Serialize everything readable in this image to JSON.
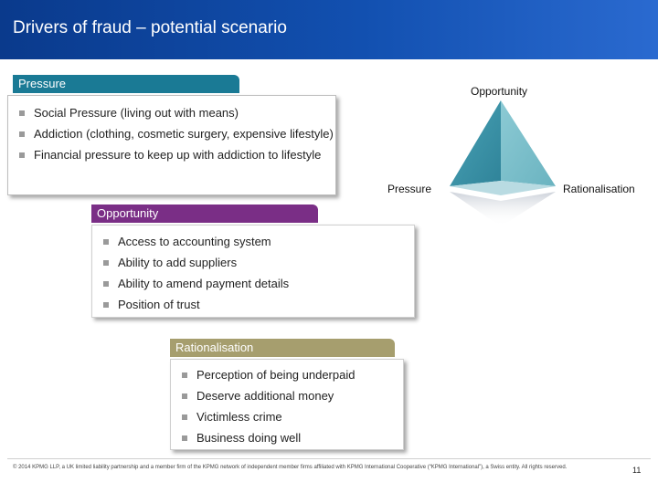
{
  "header": {
    "title": "Drivers of fraud – potential scenario"
  },
  "pressure": {
    "tab_label": "Pressure",
    "items": [
      "Social Pressure (living out with means)",
      "Addiction (clothing, cosmetic surgery, expensive lifestyle)",
      "Financial pressure to keep up with addiction to lifestyle"
    ]
  },
  "opportunity": {
    "tab_label": "Opportunity",
    "items": [
      "Access to accounting system",
      "Ability to add suppliers",
      "Ability to amend payment details",
      "Position of trust"
    ]
  },
  "rationalisation": {
    "tab_label": "Rationalisation",
    "items": [
      "Perception of being underpaid",
      "Deserve additional money",
      "Victimless crime",
      "Business doing well"
    ]
  },
  "diagram": {
    "top_label": "Opportunity",
    "left_label": "Pressure",
    "right_label": "Rationalisation",
    "colors": {
      "left_face": "#3f97ab",
      "right_face": "#7fc1cc",
      "reflection": "#c8cdd6"
    }
  },
  "footer": {
    "copyright": "© 2014 KPMG LLP, a UK limited liability partnership and a member firm of the KPMG network of independent member firms affiliated with KPMG International Cooperative (“KPMG International”), a Swiss entity. All rights reserved.",
    "page_number": "11"
  }
}
